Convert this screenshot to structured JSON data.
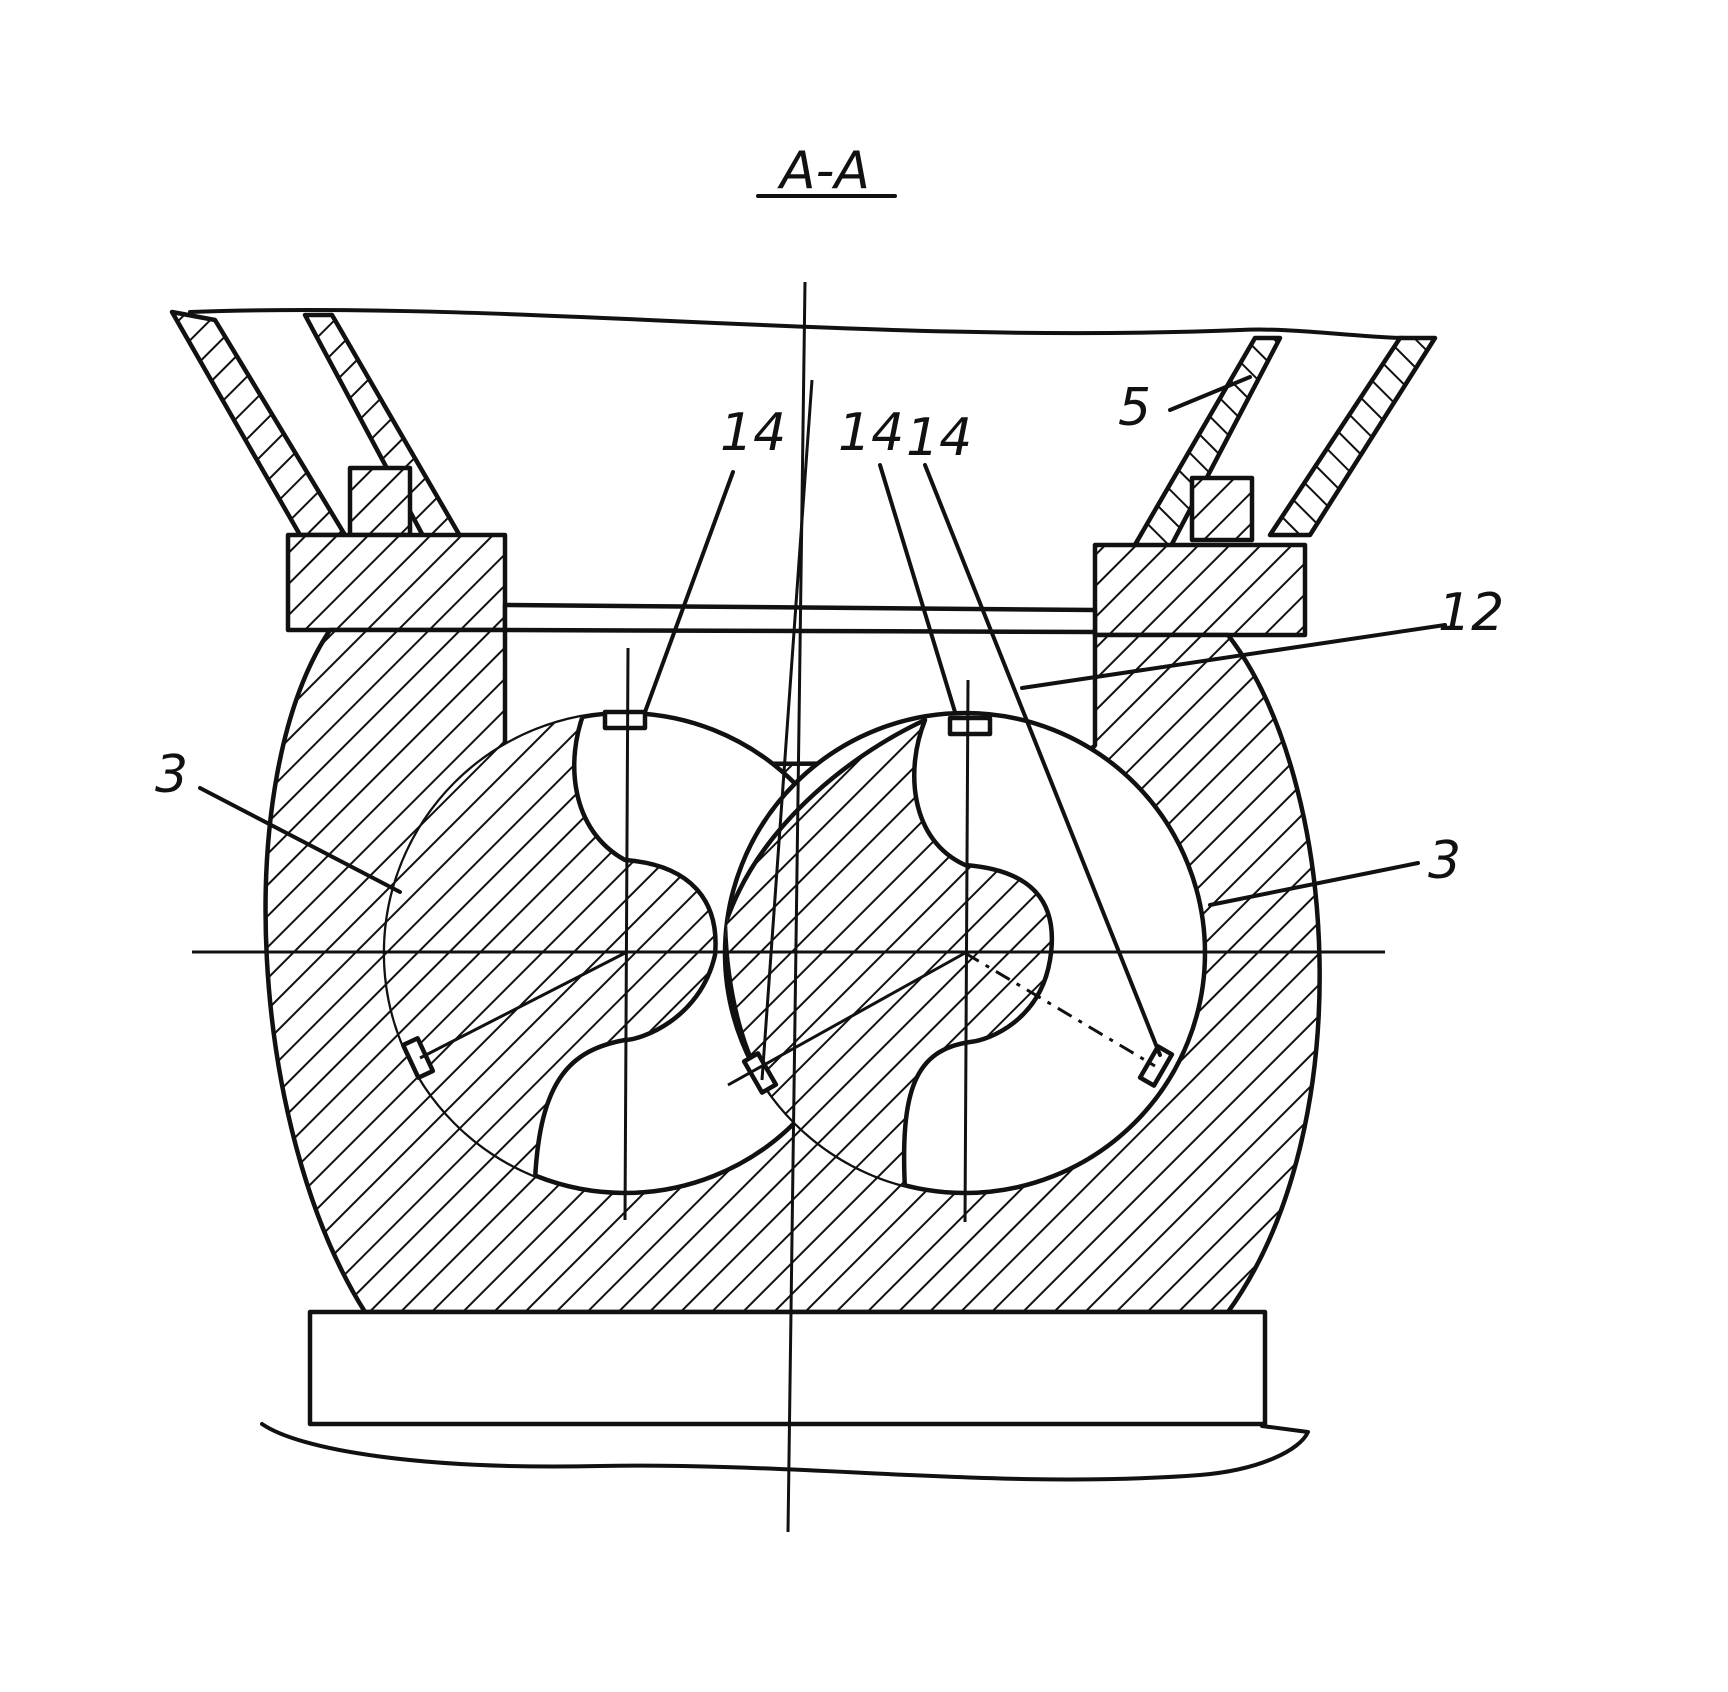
{
  "section_title": "A-A",
  "labels": {
    "hopper_wall": "5",
    "plate": "12",
    "housing_left": "3",
    "housing_right": "3",
    "tip_a": "14",
    "tip_b": "14",
    "tip_c": "14"
  },
  "colors": {
    "ink": "#111111",
    "paper": "#ffffff"
  }
}
